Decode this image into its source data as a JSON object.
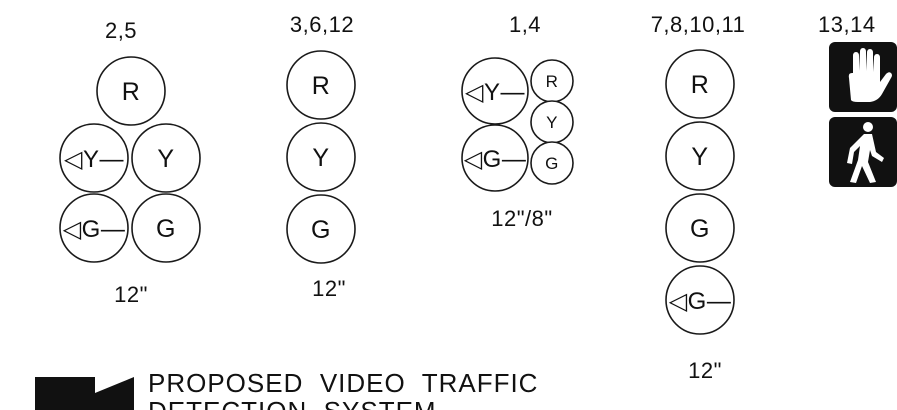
{
  "groups": [
    {
      "heading": "2,5",
      "size": "12\"",
      "lenses": [
        "R",
        "◁Y—",
        "Y",
        "◁G—",
        "G"
      ]
    },
    {
      "heading": "3,6,12",
      "size": "12\"",
      "lenses": [
        "R",
        "Y",
        "G"
      ]
    },
    {
      "heading": "1,4",
      "size": "12\"/8\"",
      "lenses": [
        "◁Y—",
        "R",
        "Y",
        "◁G—",
        "G"
      ]
    },
    {
      "heading": "7,8,10,11",
      "size": "12\"",
      "lenses": [
        "R",
        "Y",
        "G",
        "◁G—"
      ]
    },
    {
      "heading": "13,14",
      "icons": [
        "hand-icon",
        "walking-person-icon"
      ]
    }
  ],
  "legend": {
    "icon": "video-camera-icon",
    "line1": "PROPOSED  VIDEO  TRAFFIC",
    "line2": "DETECTION  SYSTEM"
  },
  "colors": {
    "ink": "#111111",
    "ring": "#1a1a1a",
    "background": "#ffffff"
  }
}
